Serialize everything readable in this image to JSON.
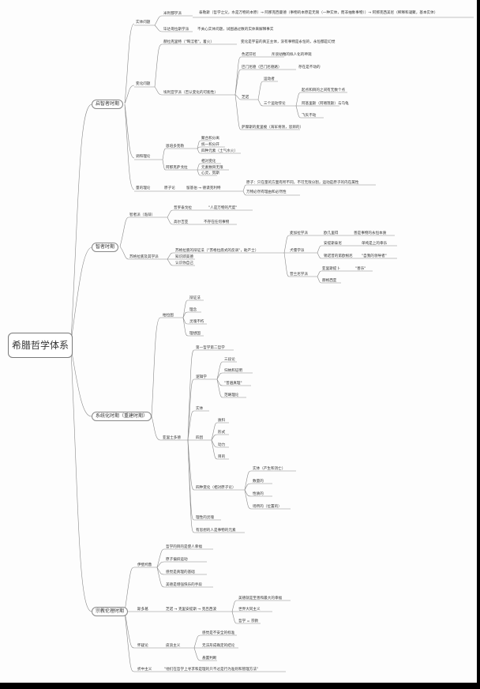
{
  "root": "希腊哲学体系",
  "branches": {
    "b1": "启智者时期",
    "b1_s1": "实体问题",
    "b1_s1_a": "米利都学派",
    "b1_s1_a_t": "泰勒斯（哲学之父，水是万物的本原）→ 阿那克西曼德（事物的本原是无限（一种实体，而非抽象事物））→ 阿那克西美尼（稀释和凝聚，基本实体）",
    "b1_s1_b": "毕达哥拉斯学派",
    "b1_s1_b_t": "不关心实体问题，试图通过数的实体来解释事实",
    "b1_s2": "变化问题",
    "b1_s2_a": "赫拉克里特（\"晦涩者\"，着火）",
    "b1_s2_a_t": "变化是宇宙的真正主体，没有事物是永恒的，永恒都是幻觉",
    "b1_s2_b": "埃利亚学派（否认变化的可能性）",
    "b1_s2_b_1": "色诺芬尼",
    "b1_s2_b_1t": "斥驳幼稚的拟人化的神观",
    "b1_s2_b_2": "巴门尼德（巴门尼德路）",
    "b1_s2_b_2t": "存在是不动的",
    "b1_s2_b_3": "芝诺",
    "b1_s2_b_3a": "运动者",
    "b1_s2_b_3b": "三个运动悖论",
    "b1_s2_b_3b1": "起点和目的之间有无数个点",
    "b1_s2_b_3b2": "阿基里斯（阿喀琉斯）与乌龟",
    "b1_s2_b_3b3": "飞矢不动",
    "b1_s2_b_4": "萨摩斯的麦里梭（海军将领，思辨的）",
    "b1_s3": "调和理论",
    "b1_s3_a": "恩培多克勒",
    "b1_s3_a1": "聚合和分离",
    "b1_s3_a2": "统一和分开",
    "b1_s3_a3": "四种元素（土气水火）",
    "b1_s3_b": "阿那克萨戈拉",
    "b1_s3_b1": "相对变化",
    "b1_s3_b2": "元素数目无限",
    "b1_s3_b3": "心灵，努斯",
    "b1_s4": "量的理论",
    "b1_s4_a": "原子论",
    "b1_s4_a1": "留基伯 → 德谟克利特",
    "b1_s4_a2": "原子：只在量的方面有所不同，不可无限分割，运动是原子的内在属性",
    "b1_s4_a3": "万物必然有理由和必然性",
    "b2": "智者时期",
    "b2_s1": "智者派（诡辩）",
    "b2_s1_a": "普罗泰戈拉",
    "b2_s1_a_t": "\"人是万物的尺度\"",
    "b2_s1_b": "高尔吉亚",
    "b2_s1_b_t": "不存在任何事物",
    "b2_s2": "苏格拉底及其学派",
    "b2_s2_a": "苏格拉底的辩证法（\"苏格拉底式的反讽\"，助产士）",
    "b2_s2_b": "知识即美德",
    "b2_s2_c": "认识你自己",
    "b2_s2_d": "麦加拉学派",
    "b2_s2_d1": "欧几里得",
    "b2_s2_d1t": "善是事物的永恒本质",
    "b2_s2_e": "犬儒学派",
    "b2_s2_e1": "安提斯泰尼",
    "b2_s2_e1t": "单纯是上的幸乐",
    "b2_s2_e2": "锡诺普的第欧根尼",
    "b2_s2_e2t": "\"自我的领导者\"",
    "b2_s2_f": "昔兰尼学派",
    "b2_s2_f1": "亚里斯提卜",
    "b2_s2_f1t": "\"善乐\"",
    "b2_s2_f2": "赫格西亚",
    "b3": "系统化时期（重建时期）",
    "b3_s1": "柏拉图",
    "b3_s1_1": "辩证法",
    "b3_s1_2": "理念",
    "b3_s1_3": "灵魂不朽",
    "b3_s1_4": "理想国",
    "b3_s2": "亚里士多德",
    "b3_s2_1": "第一哲学第二哲学",
    "b3_s2_2": "逻辑学",
    "b3_s2_2a": "三段论",
    "b3_s2_2b": "归纳和证明",
    "b3_s2_2c": "\"普遍真理\"",
    "b3_s2_2d": "范畴理论",
    "b3_s2_3": "实体",
    "b3_s2_4": "四因",
    "b3_s2_4a": "质料",
    "b3_s2_4b": "形式",
    "b3_s2_4c": "动力",
    "b3_s2_4d": "目的",
    "b3_s2_5": "四种变化（相对原子论）",
    "b3_s2_5a": "实体（产生和消亡）",
    "b3_s2_5b": "数量的",
    "b3_s2_5c": "性质的",
    "b3_s2_5d": "场所的（位置的）",
    "b3_s2_6": "理性的灵魂",
    "b3_s2_7": "有思想的人是事物的元素",
    "b4": "宗教伦理时期",
    "b4_s1": "伊壁鸠鲁",
    "b4_s1_1": "哲学的目的是使人幸福",
    "b4_s1_2": "原子偏斜运动",
    "b4_s1_3": "感觉是真理的基础",
    "b4_s1_4": "美德是增强快乐的手段",
    "b4_s2": "斯多葛",
    "b4_s2_a": "芝诺 → 克里安提斯 → 克吕西波",
    "b4_s2_a1": "美德就是至善和最大的幸福",
    "b4_s2_a2": "世界大同主义",
    "b4_s2_a3": "哲学 = 宗教",
    "b4_s3": "怀疑论",
    "b4_s3_a": "皮浪主义",
    "b4_s3_a1": "感觉是不安全的标准",
    "b4_s3_a2": "无法形成确定的结论",
    "b4_s3_a3": "悬置判断",
    "b4_s4": "折中主义",
    "b4_s4_t": "\"他们在哲学上寻求和是理的只不过是行为准则和管理方法\""
  }
}
